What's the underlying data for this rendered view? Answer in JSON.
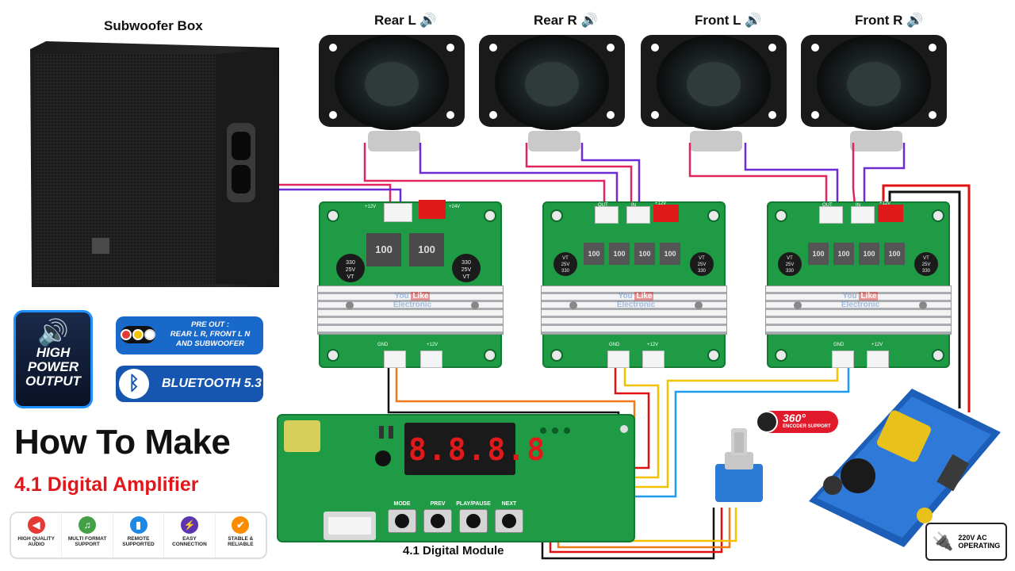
{
  "labels": {
    "subwoofer_box": "Subwoofer Box",
    "rear_l": "Rear L",
    "rear_r": "Rear R",
    "front_l": "Front L",
    "front_r": "Front R",
    "digital_module": "4.1 Digital Module"
  },
  "badge": {
    "line1": "HIGH",
    "line2": "POWER",
    "line3": "OUTPUT"
  },
  "pre_out": {
    "line1": "PRE OUT :",
    "line2": "REAR L R, FRONT L N",
    "line3": "AND SUBWOOFER"
  },
  "bluetooth": {
    "label": "BLUETOOTH 5.3"
  },
  "encoder": {
    "degrees": "360°",
    "caption": "ENCODER SUPPORT"
  },
  "title": {
    "main": "How To Make",
    "sub": "4.1 Digital Amplifier"
  },
  "features": [
    {
      "l1": "HIGH QUALITY",
      "l2": "AUDIO",
      "icon": "speaker-icon",
      "color": "#e53935",
      "glyph": "◀"
    },
    {
      "l1": "MULTI FORMAT",
      "l2": "SUPPORT",
      "icon": "music-note-icon",
      "color": "#43a047",
      "glyph": "♫"
    },
    {
      "l1": "REMOTE",
      "l2": "SUPPORTED",
      "icon": "remote-icon",
      "color": "#1e88e5",
      "glyph": "▮"
    },
    {
      "l1": "EASY",
      "l2": "CONNECTION",
      "icon": "plug-icon",
      "color": "#5e35b1",
      "glyph": "⚡"
    },
    {
      "l1": "STABLE &",
      "l2": "RELIABLE",
      "icon": "shield-icon",
      "color": "#fb8c00",
      "glyph": "✔"
    }
  ],
  "power": {
    "line1": "220V AC",
    "line2": "OPERATING"
  },
  "display": {
    "digits": "8.8.8.8"
  },
  "buttons": [
    "MODE",
    "PREV",
    "PLAY/PAUSE",
    "NEXT"
  ],
  "amp_board": {
    "inductor_label": "100",
    "cap_label": "330",
    "cap_voltage": "25V",
    "cap_suffix": "VT",
    "pin_out": "OUT",
    "pin_in": "IN",
    "pin_12v": "+12V",
    "pin_24v": "+24V",
    "pin_gnd": "GND"
  },
  "watermark": {
    "l1": "You",
    "l2": "Like",
    "l3": "Electronic"
  },
  "colors": {
    "pcb": "#1f9a45",
    "pcb_dark": "#137a33",
    "wire_red": "#e0245e",
    "wire_purple": "#6a2bd6",
    "wire_orange": "#f07a1a",
    "wire_yellow": "#f2c200",
    "wire_blue": "#1e9af0",
    "wire_black": "#111111",
    "wire_power_red": "#e01010",
    "accent_blue": "#1e90ff"
  }
}
